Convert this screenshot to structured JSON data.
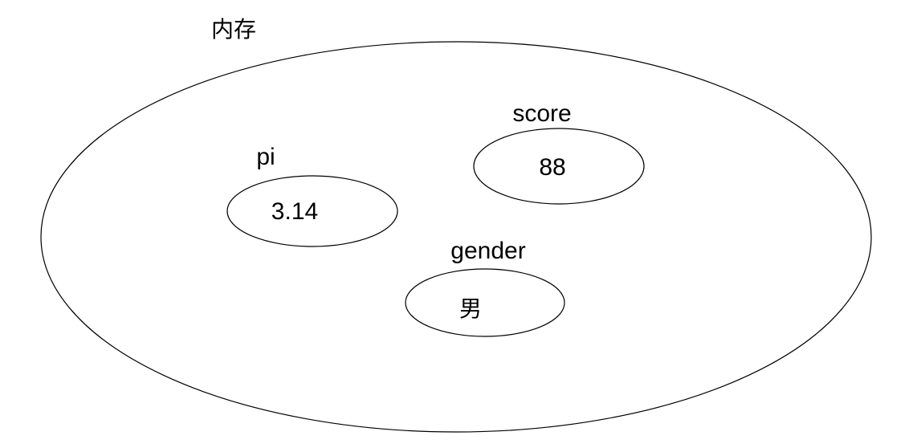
{
  "diagram": {
    "container_label": "内存",
    "line_color": "#000000",
    "background_color": "#ffffff",
    "variables": [
      {
        "name": "pi",
        "value": "3.14"
      },
      {
        "name": "score",
        "value": "88"
      },
      {
        "name": "gender",
        "value": "男"
      }
    ]
  }
}
